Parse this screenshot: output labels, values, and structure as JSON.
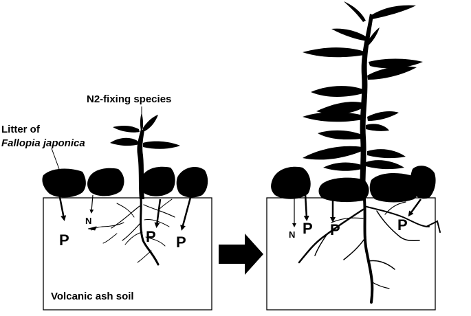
{
  "labels": {
    "n2_fixing": "N2-fixing species",
    "litter_line1": "Litter of",
    "litter_line2": "Fallopia japonica",
    "soil": "Volcanic ash soil",
    "p": "P",
    "n": "N"
  },
  "colors": {
    "ink": "#000000",
    "background": "#ffffff"
  }
}
